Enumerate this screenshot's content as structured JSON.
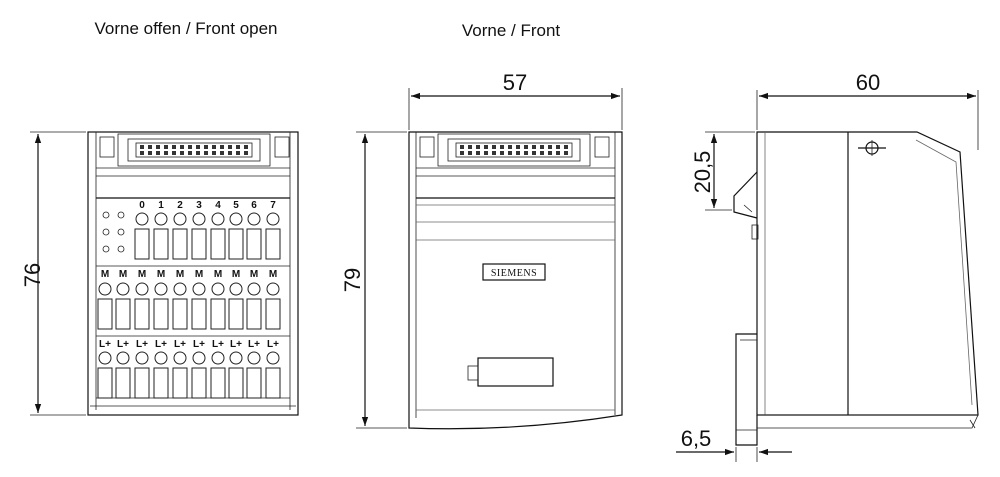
{
  "views": {
    "front_open": {
      "title": "Vorne offen / Front open"
    },
    "front": {
      "title": "Vorne / Front"
    }
  },
  "dimensions": {
    "front_open_height": "76",
    "front_width": "57",
    "front_height": "79",
    "side_depth": "60",
    "side_upper": "20,5",
    "side_lower": "6,5"
  },
  "terminal_rows": {
    "row1": [
      "0",
      "1",
      "2",
      "3",
      "4",
      "5",
      "6",
      "7"
    ],
    "row2": [
      "M",
      "M",
      "M",
      "M",
      "M",
      "M",
      "M",
      "M",
      "M",
      "M"
    ],
    "row3": [
      "L+",
      "L+",
      "L+",
      "L+",
      "L+",
      "L+",
      "L+",
      "L+",
      "L+",
      "L+"
    ]
  },
  "brand_label": "SIEMENS"
}
